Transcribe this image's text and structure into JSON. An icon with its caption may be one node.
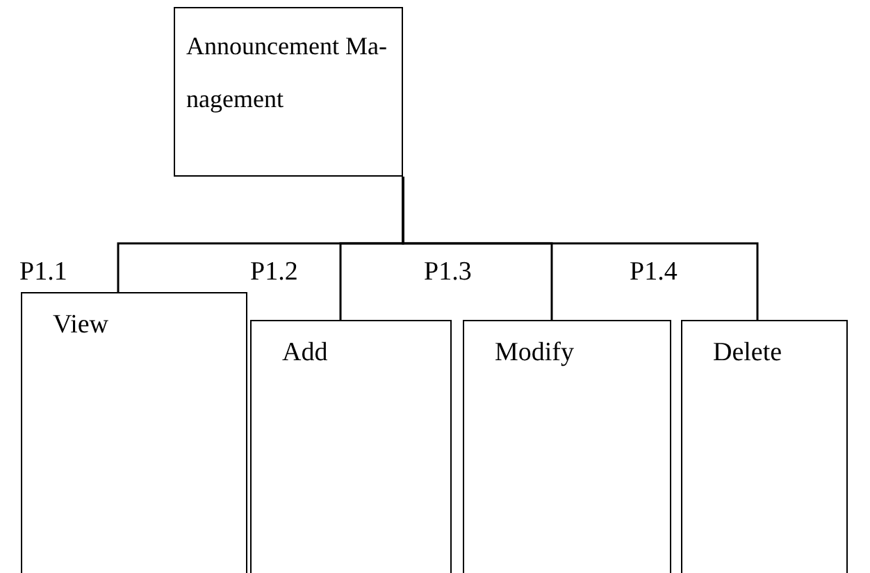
{
  "diagram": {
    "nodes": [
      {
        "text": [
          "Announcement Ma-nagement"
        ]
      },
      {
        "text": [
          "View"
        ]
      },
      {
        "text": [
          "Add"
        ]
      },
      {
        "text": [
          "Modify"
        ]
      },
      {
        "text": [
          "Delete"
        ]
      }
    ],
    "edges": [
      {
        "from": 0,
        "to": 1,
        "arrow": "none"
      },
      {
        "from": 0,
        "to": 2,
        "arrow": "none"
      },
      {
        "from": 0,
        "to": 3,
        "arrow": "none"
      },
      {
        "from": 0,
        "to": 4,
        "arrow": "none"
      }
    ],
    "labels": [
      "P1.1",
      "P1.2",
      "P1.3",
      "P1.4"
    ]
  }
}
